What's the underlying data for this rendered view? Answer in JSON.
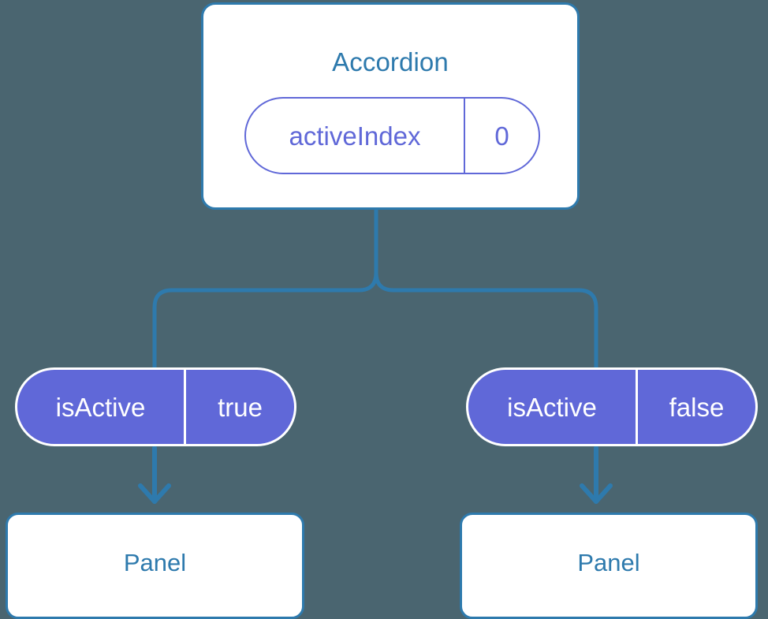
{
  "diagram": {
    "background_color": "#4a6570",
    "accent_blue": "#2e7aad",
    "accent_purple": "#6068d8",
    "parent": {
      "title": "Accordion",
      "state": {
        "key": "activeIndex",
        "value": "0"
      }
    },
    "children": [
      {
        "state": {
          "key": "isActive",
          "value": "true"
        },
        "node": {
          "title": "Panel"
        }
      },
      {
        "state": {
          "key": "isActive",
          "value": "false"
        },
        "node": {
          "title": "Panel"
        }
      }
    ]
  }
}
